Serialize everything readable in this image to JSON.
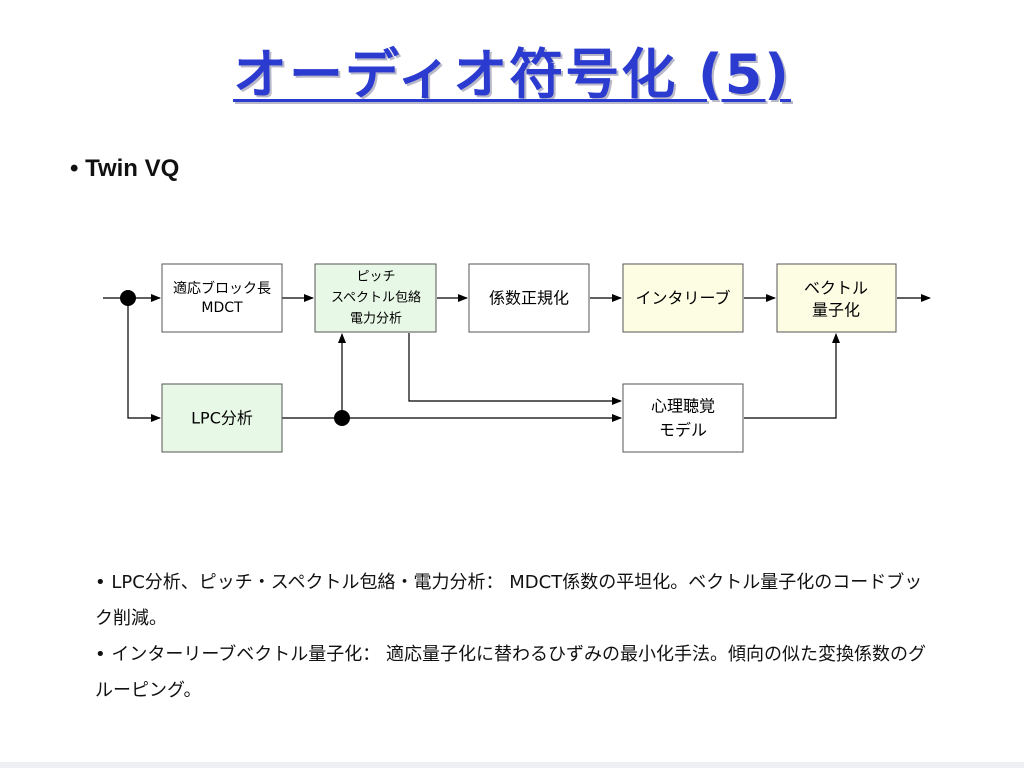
{
  "slide": {
    "title": "オーディオ符号化 (5)",
    "bullet": "• Twin VQ"
  },
  "diagram": {
    "blocks": {
      "mdct": [
        "適応ブロック長",
        "MDCT"
      ],
      "pitch": [
        "ピッチ",
        "スペクトル包絡",
        "電力分析"
      ],
      "coef": [
        "係数正規化"
      ],
      "interleave": [
        "インタリーブ"
      ],
      "vq": [
        "ベクトル",
        "量子化"
      ],
      "lpc": [
        "LPC分析"
      ],
      "psy": [
        "心理聴覚",
        "モデル"
      ]
    },
    "colors": {
      "green_fill": "#e8f8e6",
      "yellow_fill": "#fdfde4",
      "white_fill": "#ffffff",
      "border": "#555555",
      "line": "#000000"
    }
  },
  "notes": [
    "• LPC分析、ピッチ・スペクトル包絡・電力分析： MDCT係数の平坦化。ベクトル量子化のコードブック削減。",
    "• インターリーブベクトル量子化： 適応量子化に替わるひずみの最小化手法。傾向の似た変換係数のグルーピング。"
  ]
}
